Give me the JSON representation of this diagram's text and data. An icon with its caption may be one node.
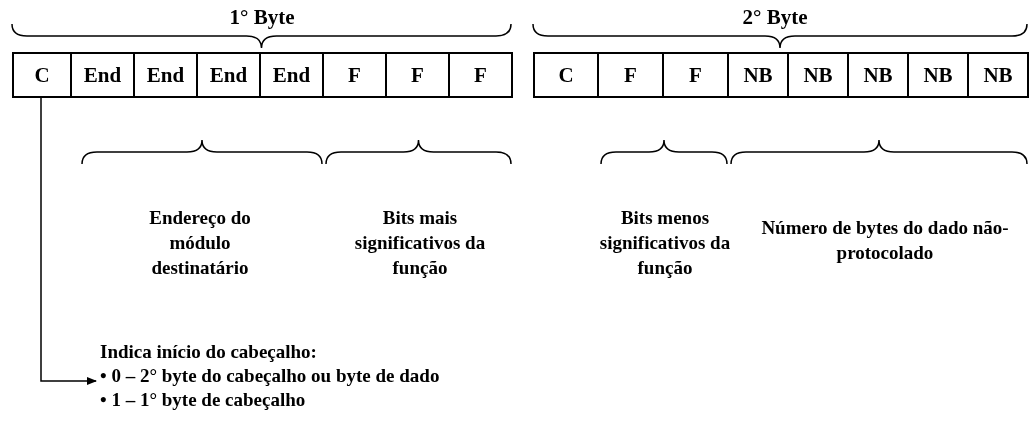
{
  "diagram": {
    "nodes": [
      {
        "text": [
          "C"
        ]
      },
      {
        "text": [
          "End"
        ]
      },
      {
        "text": [
          "End"
        ]
      },
      {
        "text": [
          "End"
        ]
      },
      {
        "text": [
          "End"
        ]
      },
      {
        "text": [
          "F"
        ]
      },
      {
        "text": [
          "F"
        ]
      },
      {
        "text": [
          "F"
        ]
      },
      {
        "text": [
          "C"
        ]
      },
      {
        "text": [
          "F"
        ]
      },
      {
        "text": [
          "F"
        ]
      },
      {
        "text": [
          "NB"
        ]
      },
      {
        "text": [
          "NB"
        ]
      },
      {
        "text": [
          "NB"
        ]
      },
      {
        "text": [
          "NB"
        ]
      },
      {
        "text": [
          "NB"
        ]
      },
      {
        "text": [
          "Indica início do cabeçalho:",
          "• 0 – 2° byte do cabeçalho ou byte de dado",
          "• 1 – 1° byte de cabeçalho"
        ]
      }
    ],
    "edges": [
      {
        "from": 0,
        "to": 16,
        "arrow": "to"
      }
    ],
    "labels": [
      "1° Byte",
      "2° Byte",
      "Endereço do módulo destinatário",
      "Bits mais significativos da função",
      "Bits menos significativos da função",
      "Número de bytes do dado não-protocolado"
    ]
  }
}
